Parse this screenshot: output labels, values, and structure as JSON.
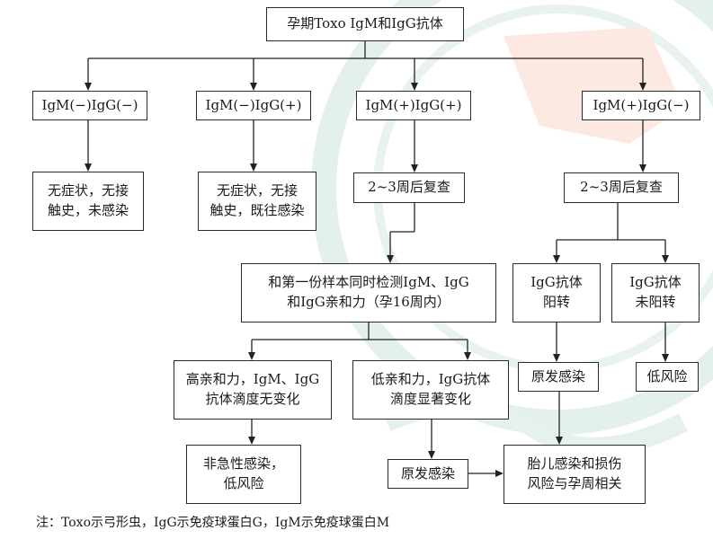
{
  "colors": {
    "line": "#222222",
    "border": "#2a2a2a",
    "watermark": "#d9ebe8",
    "watermark_red": "#f6d9cf"
  },
  "diagram": {
    "root": "孕期Toxo IgM和IgG抗体",
    "r1": {
      "a": "IgM(−)IgG(−)",
      "b": "IgM(−)IgG(+)",
      "c": "IgM(+)IgG(+)",
      "d": "IgM(+)IgG(−)"
    },
    "r2": {
      "a": [
        "无症状，无接",
        "触史，未感染"
      ],
      "b": [
        "无症状，无接",
        "触史，既往感染"
      ],
      "c": "2~3周后复查",
      "d": "2~3周后复查"
    },
    "r3": {
      "test": [
        "和第一份样本同时检测IgM、IgG",
        "和IgG亲和力（孕16周内）"
      ],
      "pos": [
        "IgG抗体",
        "阳转"
      ],
      "neg": [
        "IgG抗体",
        "未阳转"
      ]
    },
    "r4": {
      "high": [
        "高亲和力，IgM、IgG",
        "抗体滴度无变化"
      ],
      "low": [
        "低亲和力，IgG抗体",
        "滴度显著变化"
      ],
      "primary_right": "原发感染",
      "low_risk": "低风险"
    },
    "r5": {
      "nonacute": [
        "非急性感染，",
        "低风险"
      ],
      "primary_low": "原发感染",
      "fetal": [
        "胎儿感染和损伤",
        "风险与孕周相关"
      ]
    },
    "note": "注：Toxo示弓形虫，IgG示免疫球蛋白G，IgM示免疫球蛋白M"
  }
}
